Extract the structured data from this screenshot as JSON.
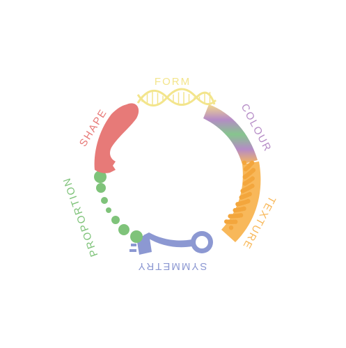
{
  "segments": [
    {
      "id": "form",
      "label": "FORM",
      "color": "#f3e58c",
      "motif": "dna-helix"
    },
    {
      "id": "colour",
      "label": "COLOUR",
      "color": "#b58bc6",
      "motif": "color-gradient"
    },
    {
      "id": "texture",
      "label": "TEXTURE",
      "color": "#f8b85a",
      "motif": "bumpy-texture"
    },
    {
      "id": "symmetry",
      "label": "SYMMETRY",
      "color": "#8c98d2",
      "motif": "key-shape"
    },
    {
      "id": "proportion",
      "label": "PROPORTION",
      "color": "#7fc37a",
      "motif": "graded-dots"
    },
    {
      "id": "shape",
      "label": "SHAPE",
      "color": "#e77a78",
      "motif": "faces-profile"
    }
  ],
  "colors": {
    "background": "#ffffff",
    "colour_gradient": [
      "#f4d98c",
      "#b58bc6",
      "#86c58e",
      "#b58bc6",
      "#f8b85a"
    ]
  }
}
